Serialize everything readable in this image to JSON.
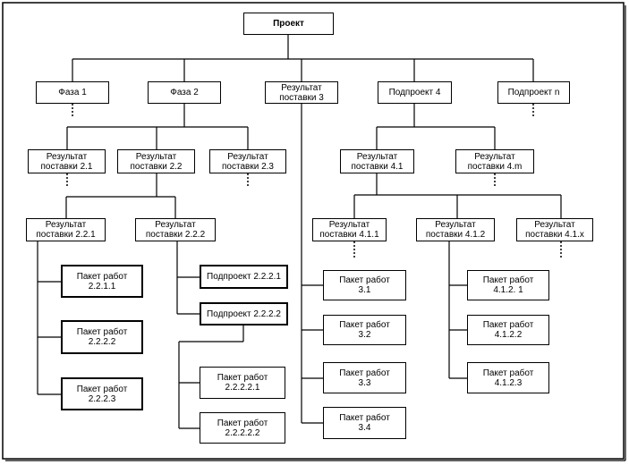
{
  "diagram": {
    "nodes": {
      "proekt": "Проект",
      "faza1": "Фаза 1",
      "faza2": "Фаза 2",
      "rezultat3": "Результат\nпоставки 3",
      "podproekt4": "Подпроект 4",
      "podproektn": "Подпроект n",
      "rez21": "Результат\nпоставки 2.1",
      "rez22": "Результат\nпоставки 2.2",
      "rez23": "Результат\nпоставки 2.3",
      "rez41": "Результат\nпоставки 4.1",
      "rez4m": "Результат\nпоставки 4.m",
      "rez221": "Результат\nпоставки 2.2.1",
      "rez222": "Результат\nпоставки 2.2.2",
      "rez411": "Результат\nпоставки 4.1.1",
      "rez412": "Результат\nпоставки 4.1.2",
      "rez41x": "Результат\nпоставки 4.1.x",
      "pak2211": "Пакет работ\n2.2.1.1",
      "pak2222a": "Пакет работ\n2.2.2.2",
      "pak2223": "Пакет работ\n2.2.2.3",
      "pod2221": "Подпроект 2.2.2.1",
      "pod2222": "Подпроект 2.2.2.2",
      "pak22221": "Пакет работ\n2.2.2.2.1",
      "pak22222": "Пакет работ\n2.2.2.2.2",
      "pak31": "Пакет работ\n3.1",
      "pak32": "Пакет работ\n3.2",
      "pak33": "Пакет работ\n3.3",
      "pak34": "Пакет работ\n3.4",
      "pak4121": "Пакет работ\n4.1.2. 1",
      "pak4122": "Пакет работ\n4.1.2.2",
      "pak4123": "Пакет работ\n4.1.2.3"
    }
  }
}
